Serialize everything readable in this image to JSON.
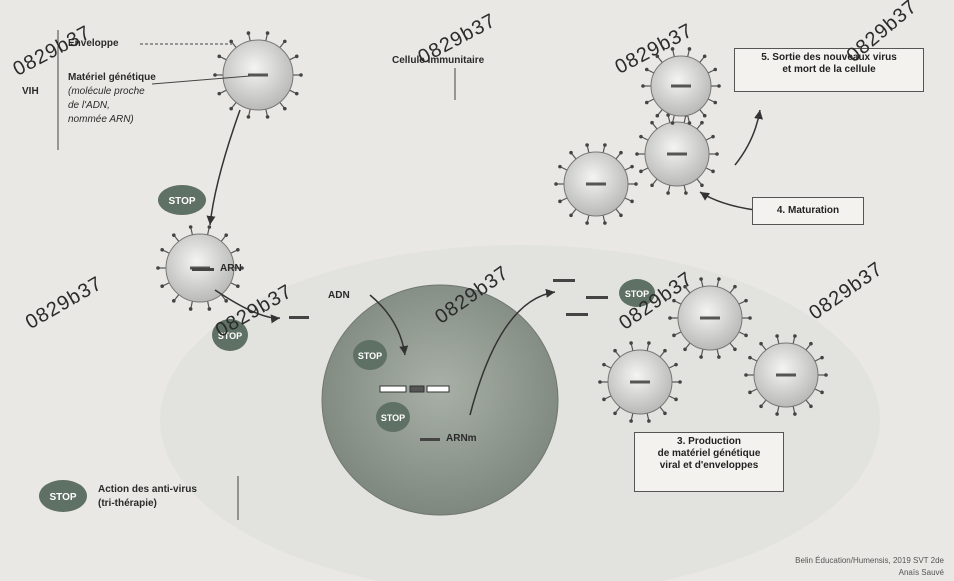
{
  "labels": {
    "enveloppe": "Enveloppe",
    "materiel_genetique": "Matériel génétique",
    "molecule_proche": "(molécule proche",
    "de_adn": "de l'ADN,",
    "nommee_arn": "nommée ARN)",
    "vih": "VIH",
    "cellule_immunitaire": "Cellule immunitaire",
    "arn": "ARN",
    "adn": "ADN",
    "arnm": "ARNm",
    "stop": "STOP",
    "action_antivirus_1": "Action des anti-virus",
    "action_antivirus_2": "(tri-thérapie)"
  },
  "steps": {
    "step5_line1": "5. Sortie des nouveaux virus",
    "step5_line2": "et mort de la cellule",
    "step4": "4. Maturation",
    "step3_line1": "3. Production",
    "step3_line2": "de matériel génétique",
    "step3_line3": "viral et d'enveloppes"
  },
  "credits": {
    "line1": "Belin Éducation/Humensis, 2019 SVT 2de",
    "line2": "Anaïs Sauvé"
  },
  "watermark": "0829b37",
  "colors": {
    "background": "#e9e8e4",
    "cell": "#8f9a8f",
    "virus": "#d8d8d6",
    "stop": "#5f7064"
  }
}
